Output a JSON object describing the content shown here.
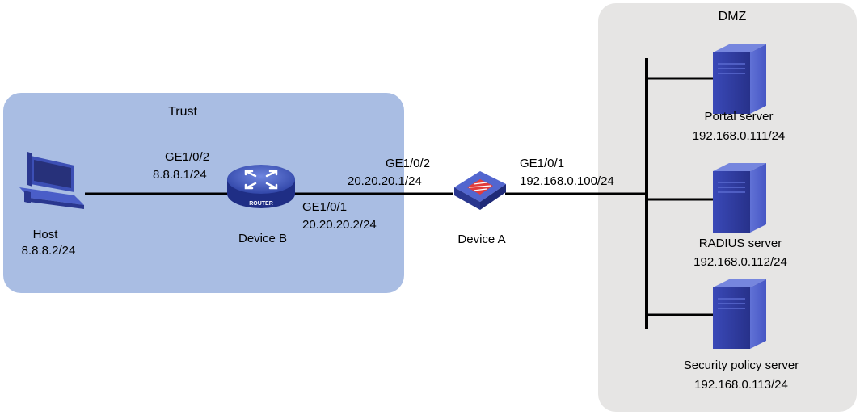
{
  "zones": {
    "trust": {
      "label": "Trust"
    },
    "dmz": {
      "label": "DMZ"
    }
  },
  "devices": {
    "host": {
      "name": "Host",
      "ip": "8.8.8.2/24",
      "icon": "pc-icon"
    },
    "device_b": {
      "name": "Device B",
      "icon": "router-icon",
      "icon_text": "ROUTER"
    },
    "device_a": {
      "name": "Device A",
      "icon": "firewall-icon"
    },
    "portal_server": {
      "name": "Portal server",
      "ip": "192.168.0.111/24",
      "icon": "server-icon"
    },
    "radius_server": {
      "name": "RADIUS server",
      "ip": "192.168.0.112/24",
      "icon": "server-icon"
    },
    "security_server": {
      "name": "Security policy server",
      "ip": "192.168.0.113/24",
      "icon": "server-icon"
    }
  },
  "interfaces": {
    "b_ge2": {
      "name": "GE1/0/2",
      "ip": "8.8.8.1/24"
    },
    "b_ge1": {
      "name": "GE1/0/1",
      "ip": "20.20.20.2/24"
    },
    "a_ge2": {
      "name": "GE1/0/2",
      "ip": "20.20.20.1/24"
    },
    "a_ge1": {
      "name": "GE1/0/1",
      "ip": "192.168.0.100/24"
    }
  },
  "colors": {
    "trust_fill": "#a9bde3",
    "dmz_fill": "#e6e5e4",
    "link": "#000000",
    "device_blue": "#3b4fb0"
  }
}
